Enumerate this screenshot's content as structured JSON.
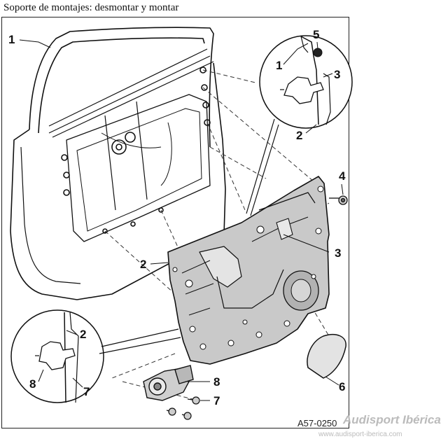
{
  "title": "Soporte de montajes: desmontar y montar",
  "callouts": {
    "door_frame": "1",
    "trim_panel": "2",
    "clip": "3",
    "screw": "4",
    "seal_plug": "5",
    "cover": "6",
    "screws_motor": "7",
    "window_motor": "8"
  },
  "drawing_code": "A57-0250",
  "watermark": {
    "brand": "Audisport Ibérica",
    "url": "www.audisport-iberica.com"
  },
  "colors": {
    "panel_fill": "#c9c9c9",
    "line": "#111111",
    "background": "#ffffff"
  }
}
